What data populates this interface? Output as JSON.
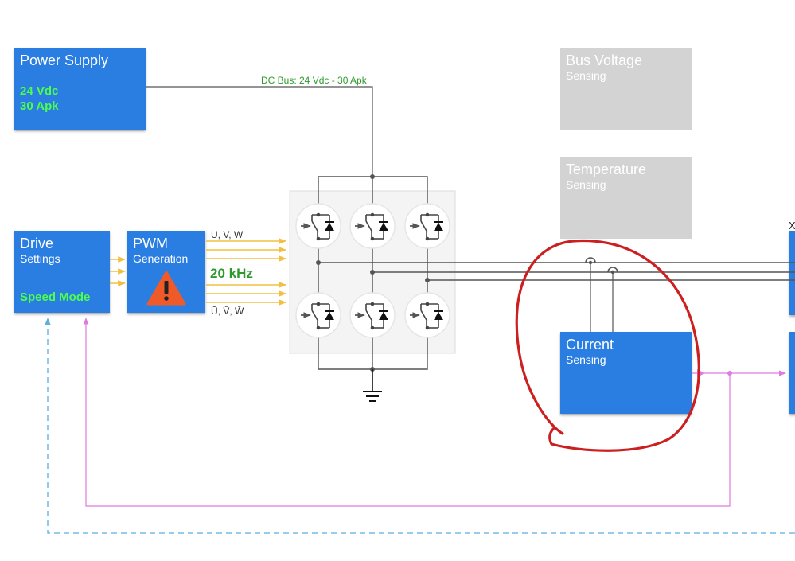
{
  "power_supply": {
    "title": "Power Supply",
    "voltage": "24 Vdc",
    "current": "30 Apk"
  },
  "dc_bus_label": "DC Bus: 24 Vdc - 30 Apk",
  "bus_voltage": {
    "title": "Bus Voltage",
    "sub": "Sensing"
  },
  "temperature": {
    "title": "Temperature",
    "sub": "Sensing"
  },
  "drive": {
    "title": "Drive",
    "sub": "Settings",
    "mode": "Speed Mode"
  },
  "pwm": {
    "title": "PWM",
    "sub": "Generation"
  },
  "pwm_upper_label": "U, V, W",
  "pwm_lower_label": "Ū, V̄, W̄",
  "frequency": "20 kHz",
  "current_block": {
    "title": "Current",
    "sub": "Sensing"
  },
  "edge_label": "X",
  "icons": [
    "warning-icon",
    "ground-icon",
    "transistor-icon",
    "diode-icon"
  ],
  "colors": {
    "block_blue": "#2a7de1",
    "block_gray": "#d3d3d3",
    "accent_green": "#4cff4c",
    "frequency_green": "#2e9a2e",
    "pwm_arrows": "#f0c040",
    "feedback_pink": "#e07ae0",
    "feedback_blue": "#5aaee0",
    "annotation_red": "#cc2020"
  }
}
